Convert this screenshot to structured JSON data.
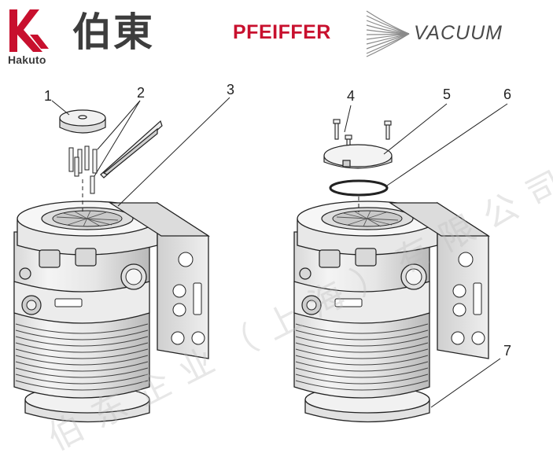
{
  "header": {
    "hakuto_logo": {
      "wordmark": "Hakuto",
      "brand_color": "#c8102e"
    },
    "company_name_cjk": "伯東",
    "pfeiffer_logo": {
      "brand": "PFEIFFER",
      "product": "VACUUM",
      "brand_color": "#c8102e"
    }
  },
  "diagram": {
    "callouts": [
      "1",
      "2",
      "3",
      "4",
      "5",
      "6",
      "7"
    ]
  },
  "watermark": {
    "text": "伯东企业（上海）有限公司"
  }
}
